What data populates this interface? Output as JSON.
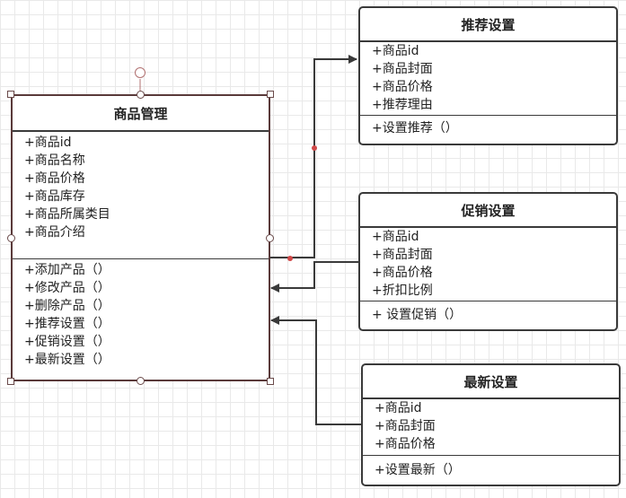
{
  "classes": {
    "product": {
      "title": "商品管理",
      "attributes": [
        "+商品id",
        "+商品名称",
        "+商品价格",
        "+商品库存",
        "+商品所属类目",
        "+商品介绍"
      ],
      "methods": [
        "+添加产品（）",
        "+修改产品（）",
        "+删除产品（）",
        "+推荐设置（）",
        "+促销设置（）",
        "+最新设置（）"
      ]
    },
    "recommend": {
      "title": "推荐设置",
      "attributes": [
        "+商品id",
        "+商品封面",
        "+商品价格",
        "+推荐理由"
      ],
      "methods": [
        "+设置推荐（）"
      ]
    },
    "promotion": {
      "title": "促销设置",
      "attributes": [
        "+商品id",
        "+商品封面",
        "+商品价格",
        "+折扣比例"
      ],
      "methods": [
        "+ 设置促销（）"
      ]
    },
    "latest": {
      "title": "最新设置",
      "attributes": [
        "+商品id",
        "+商品封面",
        "+商品价格"
      ],
      "methods": [
        "+设置最新（）"
      ]
    }
  },
  "colors": {
    "border": "#3a3a3a",
    "main_border": "#5a3a3a",
    "connector": "#3a3a3a",
    "waypoint": "#d04848",
    "grid": "#e9e9e9"
  }
}
